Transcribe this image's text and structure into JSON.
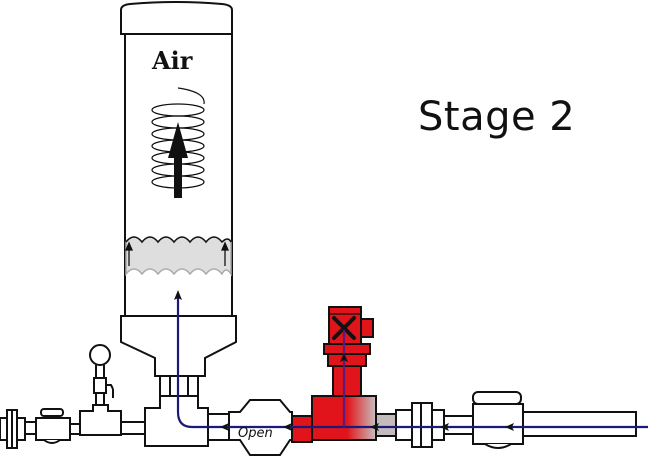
{
  "title": "Stage 2",
  "tank": {
    "label": "Air",
    "contents": "air compressing above water"
  },
  "valves": {
    "check_valve_label": "Open",
    "solenoid_state": "closed"
  },
  "colors": {
    "flow_line": "#1a1a7a",
    "solenoid_red": "#e0141a",
    "outline": "#111111",
    "water": "#dcdcdc"
  }
}
